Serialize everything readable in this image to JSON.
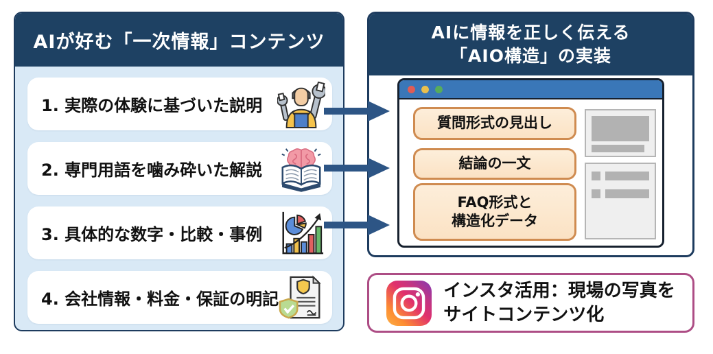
{
  "left_panel": {
    "title": "AIが好む「一次情報」コンテンツ",
    "items": [
      {
        "label": "1. 実際の体験に基づいた説明",
        "icon": "worker-wrench-icon"
      },
      {
        "label": "2. 専門用語を噛み砕いた解説",
        "icon": "brain-book-icon"
      },
      {
        "label": "3. 具体的な数字・比較・事例",
        "icon": "charts-growth-icon"
      },
      {
        "label": "4. 会社情報・料金・保証の明記",
        "icon": "document-shield-icon"
      }
    ]
  },
  "right_panel": {
    "title_line1": "AIに情報を正しく伝える",
    "title_line2": "「AIO構造」の実装",
    "browser": {
      "window_dots": [
        "red",
        "yellow",
        "green"
      ],
      "boxes": [
        {
          "label": "質問形式の見出し"
        },
        {
          "label": "結論の一文"
        },
        {
          "label_line1": "FAQ形式と",
          "label_line2": "構造化データ"
        }
      ],
      "placeholders": [
        "image-with-caption",
        "bulleted-list"
      ]
    }
  },
  "instagram_note": {
    "icon": "instagram-icon",
    "line1": "インスタ活用：現場の写真を",
    "line2": "サイトコンテンツ化"
  },
  "colors": {
    "header_navy": "#1e4163",
    "panel_border": "#1d3b5e",
    "left_body_blue": "#d9e9f6",
    "arrow_blue": "#2d5585",
    "browser_bar_blue": "#3a77b8",
    "aio_box_fill": "#fbe7cf",
    "aio_box_border": "#cf8b50",
    "instagram_border": "#ad4d85"
  }
}
